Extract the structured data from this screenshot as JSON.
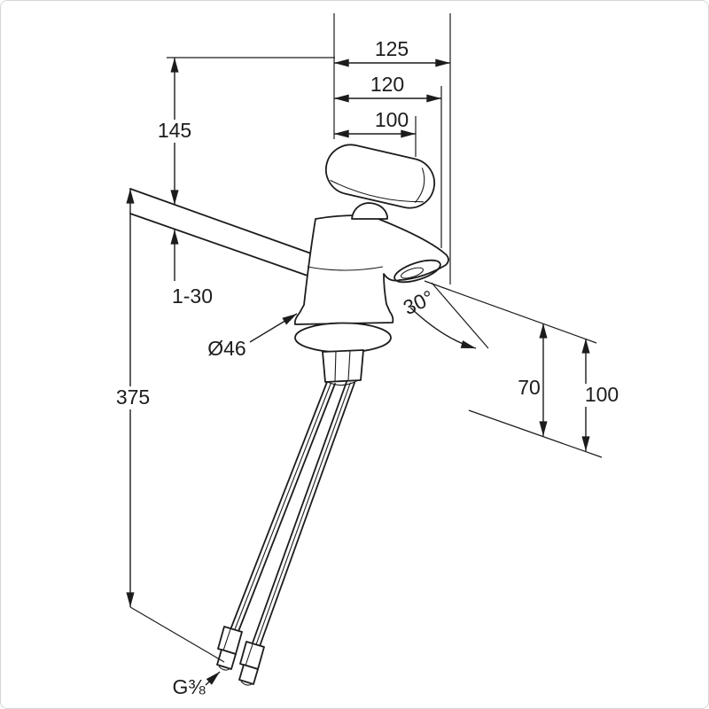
{
  "drawing": {
    "subject": "single-lever basin mixer tap dimensional drawing",
    "background": "#ffffff",
    "line_color": "#1c1c1c",
    "frame_color": "#d6d6d6"
  },
  "dimensions": {
    "top_widths": {
      "outer": "125",
      "middle": "120",
      "inner": "100"
    },
    "height_above_deck": "145",
    "deck_thickness_range": "1-30",
    "hose_length": "375",
    "base_diameter": "Ø46",
    "spout_angle": "30°",
    "outlet_height": "70",
    "clearance_height": "100",
    "thread_size": "G⅜"
  }
}
